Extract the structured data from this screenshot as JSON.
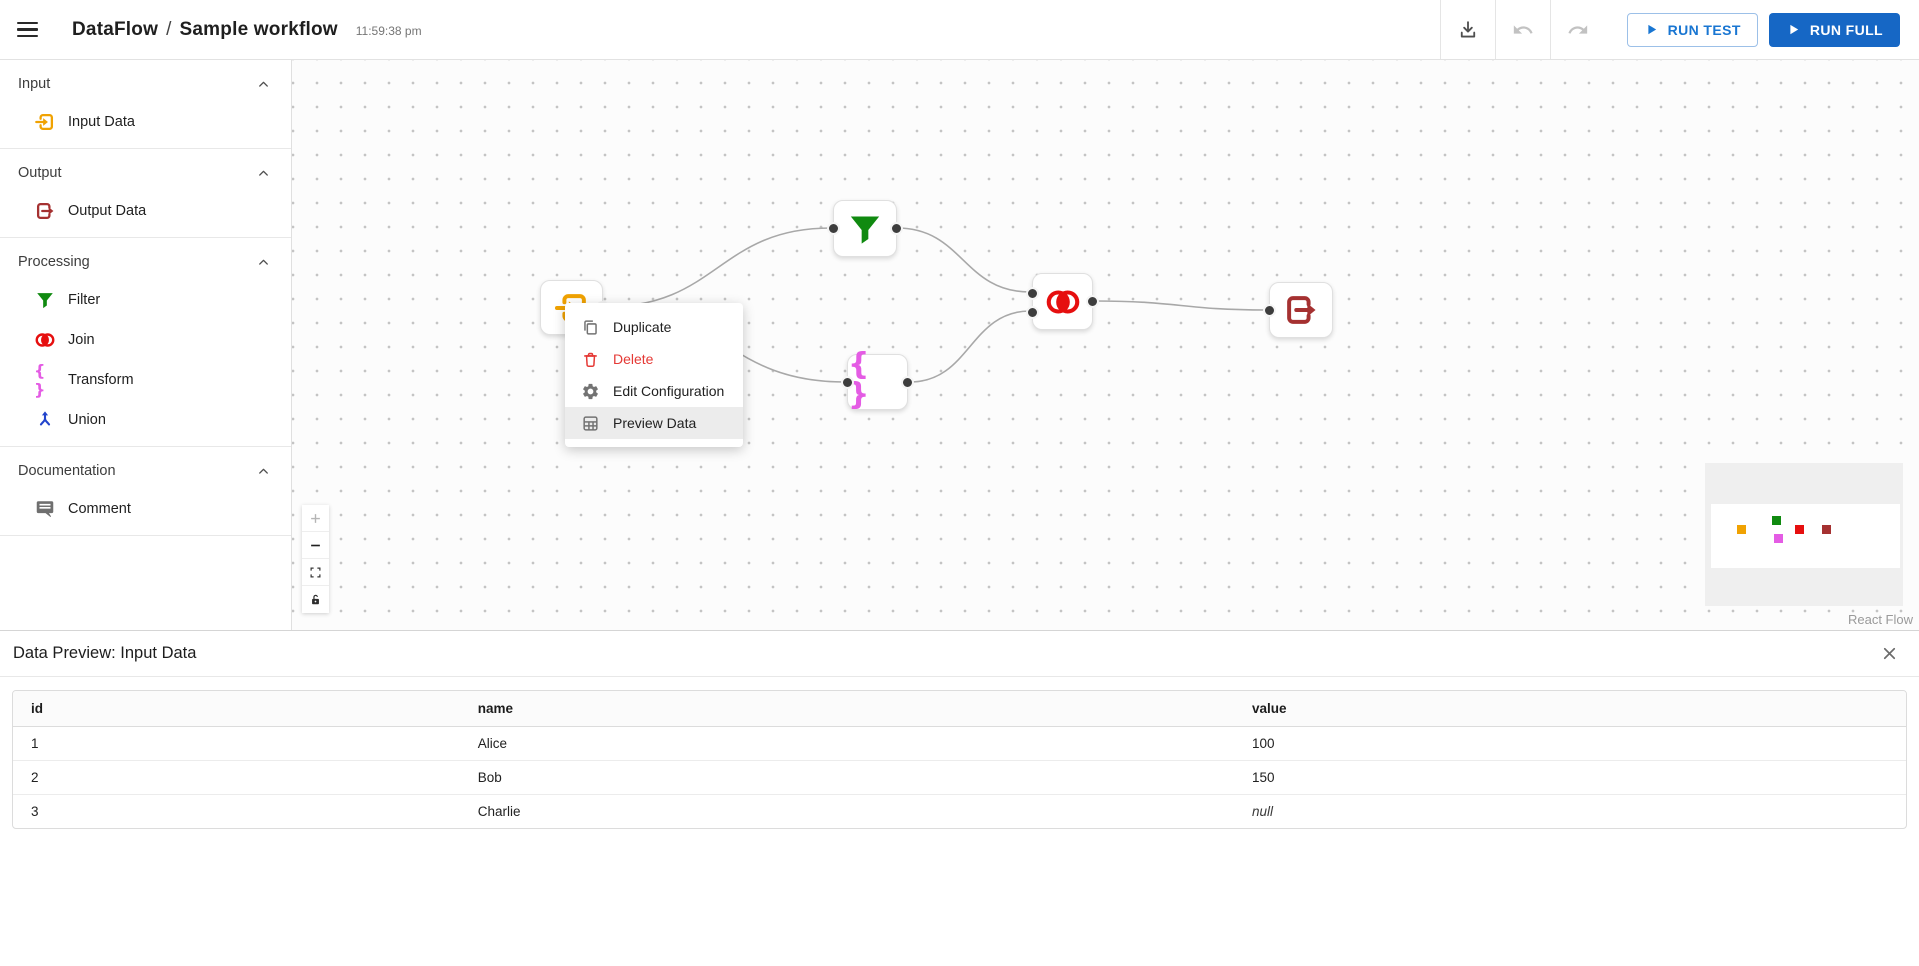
{
  "topbar": {
    "brand": "DataFlow",
    "separator": "/",
    "workflow_name": "Sample workflow",
    "timestamp": "11:59:38 pm",
    "run_test_label": "RUN TEST",
    "run_full_label": "RUN FULL"
  },
  "colors": {
    "primary_blue": "#1667C5",
    "outline_blue_text": "#1976D2",
    "input_orange": "#F0A202",
    "output_dark_red": "#A53131",
    "filter_green": "#108A10",
    "join_red": "#E60F0F",
    "transform_magenta": "#E45CE4",
    "union_blue": "#2244CC",
    "comment_gray": "#6F6F6F",
    "delete_red": "#E53935",
    "edge_gray": "#A8A8A8"
  },
  "sidebar": {
    "sections": [
      {
        "label": "Input",
        "items": [
          {
            "label": "Input Data",
            "icon": "input-data-icon"
          }
        ]
      },
      {
        "label": "Output",
        "items": [
          {
            "label": "Output Data",
            "icon": "output-data-icon"
          }
        ]
      },
      {
        "label": "Processing",
        "items": [
          {
            "label": "Filter",
            "icon": "filter-icon"
          },
          {
            "label": "Join",
            "icon": "join-icon"
          },
          {
            "label": "Transform",
            "icon": "transform-icon"
          },
          {
            "label": "Union",
            "icon": "union-icon"
          }
        ]
      },
      {
        "label": "Documentation",
        "items": [
          {
            "label": "Comment",
            "icon": "comment-icon"
          }
        ]
      }
    ]
  },
  "canvas": {
    "transform_glyph": "{ }",
    "nodes": [
      {
        "id": "input-data",
        "icon": "input-data-icon"
      },
      {
        "id": "filter",
        "icon": "filter-icon"
      },
      {
        "id": "transform",
        "icon": "transform-icon"
      },
      {
        "id": "join",
        "icon": "join-icon"
      },
      {
        "id": "output-data",
        "icon": "output-data-icon"
      }
    ],
    "context_menu": {
      "items": [
        {
          "label": "Duplicate",
          "icon": "duplicate-icon"
        },
        {
          "label": "Delete",
          "icon": "trash-icon",
          "style": "danger"
        },
        {
          "label": "Edit Configuration",
          "icon": "gear-icon"
        },
        {
          "label": "Preview Data",
          "icon": "table-icon",
          "state": "hovered"
        }
      ]
    },
    "controls": [
      "zoom-in",
      "zoom-out",
      "fit-view",
      "lock"
    ],
    "attribution": "React Flow"
  },
  "data_preview": {
    "title": "Data Preview: Input Data",
    "columns": [
      "id",
      "name",
      "value"
    ],
    "rows": [
      [
        "1",
        "Alice",
        "100"
      ],
      [
        "2",
        "Bob",
        "150"
      ],
      [
        "3",
        "Charlie",
        "null"
      ]
    ]
  }
}
